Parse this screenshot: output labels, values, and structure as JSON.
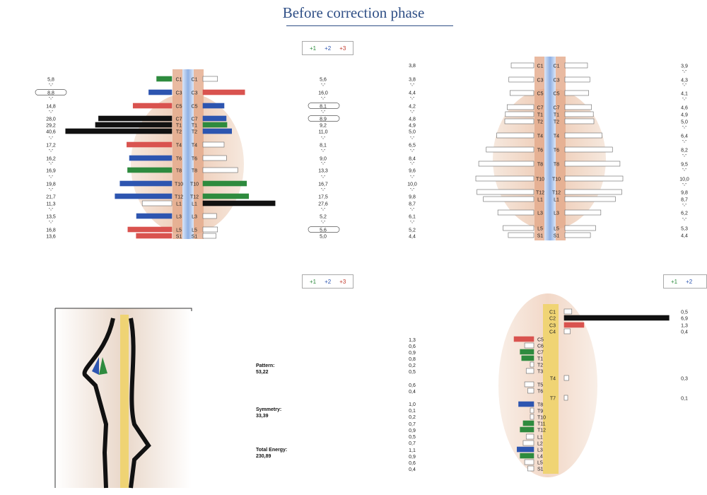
{
  "title": "Before correction phase",
  "legend": {
    "g": "+1",
    "b": "+2",
    "r": "+3"
  },
  "colors": {
    "green": "#2e8b3e",
    "blue": "#2d55b0",
    "red": "#d9534f",
    "black": "#111111",
    "title": "#2f4f86"
  },
  "chart_data": [
    {
      "type": "bar",
      "name": "left-bilateral",
      "categories": [
        "C1",
        "C3",
        "C5",
        "C7",
        "T1",
        "T2",
        "T4",
        "T6",
        "T8",
        "T10",
        "T12",
        "L1",
        "L3",
        "L5",
        "S1"
      ],
      "left_values": [
        "5,8",
        "8,8",
        "14,8",
        "28,0",
        "29,2",
        "40,6",
        "17,2",
        "16,2",
        "16,9",
        "19,8",
        "21,7",
        "11,3",
        "13,5",
        "16,8",
        "13,6"
      ],
      "left_colors": [
        "green",
        "blue",
        "red",
        "black",
        "black",
        "black",
        "red",
        "blue",
        "green",
        "blue",
        "blue",
        "white",
        "blue",
        "red",
        "red"
      ],
      "left_len": [
        5.8,
        8.8,
        14.8,
        28.0,
        29.2,
        40.6,
        17.2,
        16.2,
        16.9,
        19.8,
        21.7,
        11.3,
        13.5,
        16.8,
        13.6
      ],
      "right_values": [
        "5,6",
        "16,0",
        "8,1",
        "8,9",
        "9,2",
        "11,0",
        "8,1",
        "9,0",
        "13,3",
        "16,7",
        "17,5",
        "27,6",
        "5,2",
        "5,6",
        "5,0"
      ],
      "right_colors": [
        "white",
        "red",
        "blue",
        "blue",
        "green",
        "blue",
        "white",
        "white",
        "white",
        "green",
        "green",
        "black",
        "white",
        "white",
        "white"
      ],
      "right_len": [
        5.6,
        16.0,
        8.1,
        8.9,
        9.2,
        11.0,
        8.1,
        9.0,
        13.3,
        16.7,
        17.5,
        27.6,
        5.2,
        5.6,
        5.0
      ],
      "left_circled": [
        1
      ],
      "right_circled": [
        2,
        3,
        13
      ],
      "left_between": [
        "-,-",
        "-,-",
        "-,-",
        "",
        "",
        "-,-",
        "-,-",
        "-,-",
        "-,-",
        "-,-",
        "",
        "-,-",
        "-,-",
        ""
      ],
      "right_between": [
        "-,-",
        "-,-",
        "-,-",
        "",
        "",
        "-,-",
        "-,-",
        "-,-",
        "-,-",
        "-,-",
        "",
        "-,-",
        "-,-",
        ""
      ],
      "third_col": [
        "3,8",
        "4,4",
        "4,2",
        "4,8",
        "4,9",
        "5,0",
        "6,5",
        "8,4",
        "9,6",
        "10,0",
        "9,8",
        "8,7",
        "6,1",
        "5,2",
        "4,4"
      ],
      "third_between": [
        "-,-",
        "-,-",
        "-,-",
        "",
        "",
        "-,-",
        "-,-",
        "-,-",
        "-,-",
        "-,-",
        "",
        "-,-",
        "-,-",
        ""
      ]
    },
    {
      "type": "bar",
      "name": "right-bilateral",
      "categories": [
        "C1",
        "C3",
        "C5",
        "C7",
        "T1",
        "T2",
        "T4",
        "T6",
        "T8",
        "T10",
        "T12",
        "L1",
        "L3",
        "L5",
        "S1"
      ],
      "values": [
        "3,9",
        "4,3",
        "4,1",
        "4,6",
        "4,9",
        "5,0",
        "6,4",
        "8,2",
        "9,5",
        "10,0",
        "9,8",
        "8,7",
        "6,2",
        "5,3",
        "4,4"
      ],
      "len": [
        3.9,
        4.3,
        4.1,
        4.6,
        4.9,
        5.0,
        6.4,
        8.2,
        9.5,
        10.0,
        9.8,
        8.7,
        6.2,
        5.3,
        4.4
      ],
      "between": [
        "-,-",
        "-,-",
        "-,-",
        "",
        "",
        "-,-",
        "-,-",
        "-,-",
        "-,-",
        "-,-",
        "",
        "-,-",
        "-,-",
        ""
      ]
    },
    {
      "type": "table",
      "name": "bottom-middle-values",
      "values": [
        "1,3",
        "0,6",
        "0,9",
        "0,8",
        "0,2",
        "0,5",
        "0,6",
        "0,4",
        "1,0",
        "0,1",
        "0,2",
        "0,7",
        "0,9",
        "0,5",
        "0,7",
        "1,1",
        "0,9",
        "0,6",
        "0,4"
      ]
    },
    {
      "type": "bar",
      "name": "bottom-right-single",
      "categories": [
        "C1",
        "C2",
        "C3",
        "C4",
        "C5",
        "C6",
        "C7",
        "T1",
        "T2",
        "T3",
        "T4",
        "T5",
        "T6",
        "T7",
        "T8",
        "T9",
        "T10",
        "T11",
        "T12",
        "L1",
        "L2",
        "L3",
        "L4",
        "L5",
        "S1"
      ],
      "sides": [
        "R",
        "R",
        "R",
        "R",
        "L",
        "L",
        "L",
        "L",
        "L",
        "L",
        "R",
        "L",
        "L",
        "R",
        "L",
        "L",
        "L",
        "L",
        "L",
        "L",
        "L",
        "L",
        "L",
        "L",
        "L"
      ],
      "colors": [
        "white",
        "black",
        "red",
        "white",
        "red",
        "white",
        "green",
        "green",
        "white",
        "white",
        "white",
        "white",
        "white",
        "white",
        "blue",
        "white",
        "white",
        "green",
        "green",
        "white",
        "white",
        "blue",
        "green",
        "white",
        "white"
      ],
      "len": [
        0.5,
        6.9,
        1.3,
        0.4,
        1.3,
        0.6,
        0.9,
        0.8,
        0.2,
        0.5,
        0.3,
        0.6,
        0.4,
        0.1,
        1.0,
        0.1,
        0.2,
        0.7,
        0.9,
        0.5,
        0.7,
        1.1,
        0.9,
        0.6,
        0.4
      ],
      "shown_values": [
        "0,5",
        "6,9",
        "1,3",
        "0,4",
        "0,3",
        "0,1"
      ]
    }
  ],
  "stats": {
    "pattern_label": "Pattern:",
    "pattern_value": "53,22",
    "symmetry_label": "Symmetry:",
    "symmetry_value": "33,39",
    "energy_label": "Total Energy:",
    "energy_value": "230,89"
  }
}
